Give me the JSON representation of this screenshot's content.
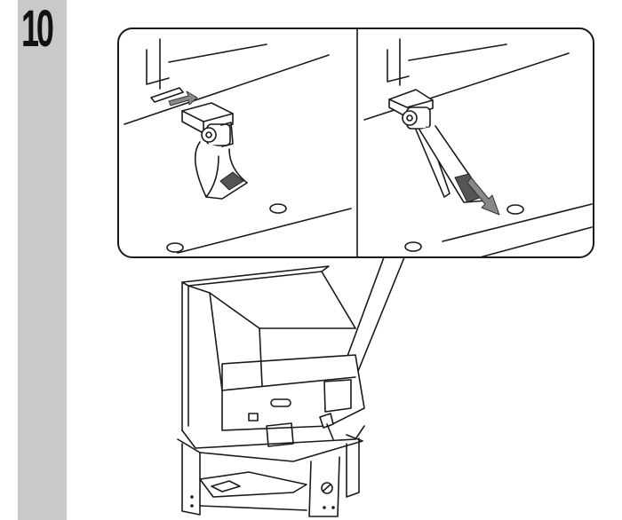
{
  "step": {
    "number": "10"
  },
  "illustration": {
    "stroke_color": "#1a1a1a",
    "panel_bg": "#ffffff",
    "sidebar_color": "#c9c9c9",
    "detail_left": "clip-attached",
    "detail_right": "clip-pulled",
    "overview": "tv-on-stand-rear-view"
  }
}
